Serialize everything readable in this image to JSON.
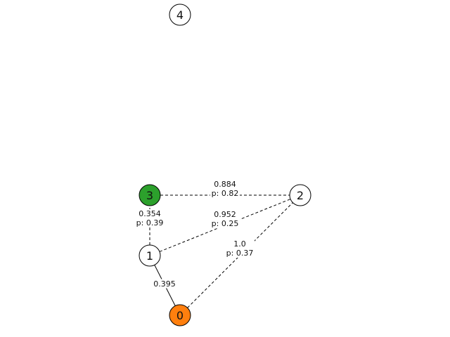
{
  "graph": {
    "nodes": [
      {
        "id": "0",
        "label": "0",
        "color": "#ff7f0e"
      },
      {
        "id": "1",
        "label": "1",
        "color": "#ffffff"
      },
      {
        "id": "2",
        "label": "2",
        "color": "#ffffff"
      },
      {
        "id": "3",
        "label": "3",
        "color": "#2ca02c"
      },
      {
        "id": "4",
        "label": "4",
        "color": "#ffffff"
      }
    ],
    "edges": [
      {
        "from": "0",
        "to": "1",
        "style": "solid",
        "weight": "0.395",
        "prob": ""
      },
      {
        "from": "0",
        "to": "2",
        "style": "dashed",
        "weight": "1.0",
        "prob": "p: 0.37"
      },
      {
        "from": "1",
        "to": "2",
        "style": "dashed",
        "weight": "0.952",
        "prob": "p: 0.25"
      },
      {
        "from": "1",
        "to": "3",
        "style": "dashed",
        "weight": "0.354",
        "prob": "p: 0.39"
      },
      {
        "from": "3",
        "to": "2",
        "style": "dashed",
        "weight": "0.884",
        "prob": "p: 0.82"
      }
    ]
  }
}
